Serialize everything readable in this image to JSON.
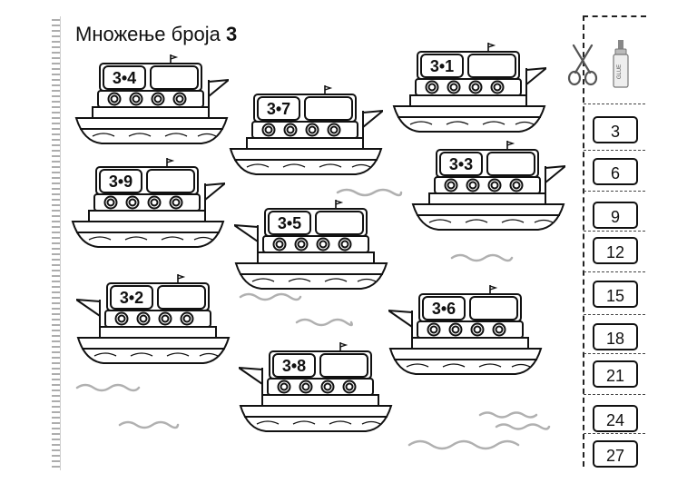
{
  "worksheet": {
    "title_prefix": "Множење броја",
    "title_number": "3",
    "glue_label": "GLUE",
    "problems": [
      {
        "label": "3•4"
      },
      {
        "label": "3•7"
      },
      {
        "label": "3•1"
      },
      {
        "label": "3•9"
      },
      {
        "label": "3•3"
      },
      {
        "label": "3•5"
      },
      {
        "label": "3•2"
      },
      {
        "label": "3•6"
      },
      {
        "label": "3•8"
      }
    ],
    "answers": [
      "3",
      "6",
      "9",
      "12",
      "15",
      "18",
      "21",
      "24",
      "27"
    ]
  },
  "icons": [
    "scissors-icon",
    "glue-icon"
  ],
  "colors": {
    "ink": "#111111",
    "waves": "#b0b0b0"
  }
}
